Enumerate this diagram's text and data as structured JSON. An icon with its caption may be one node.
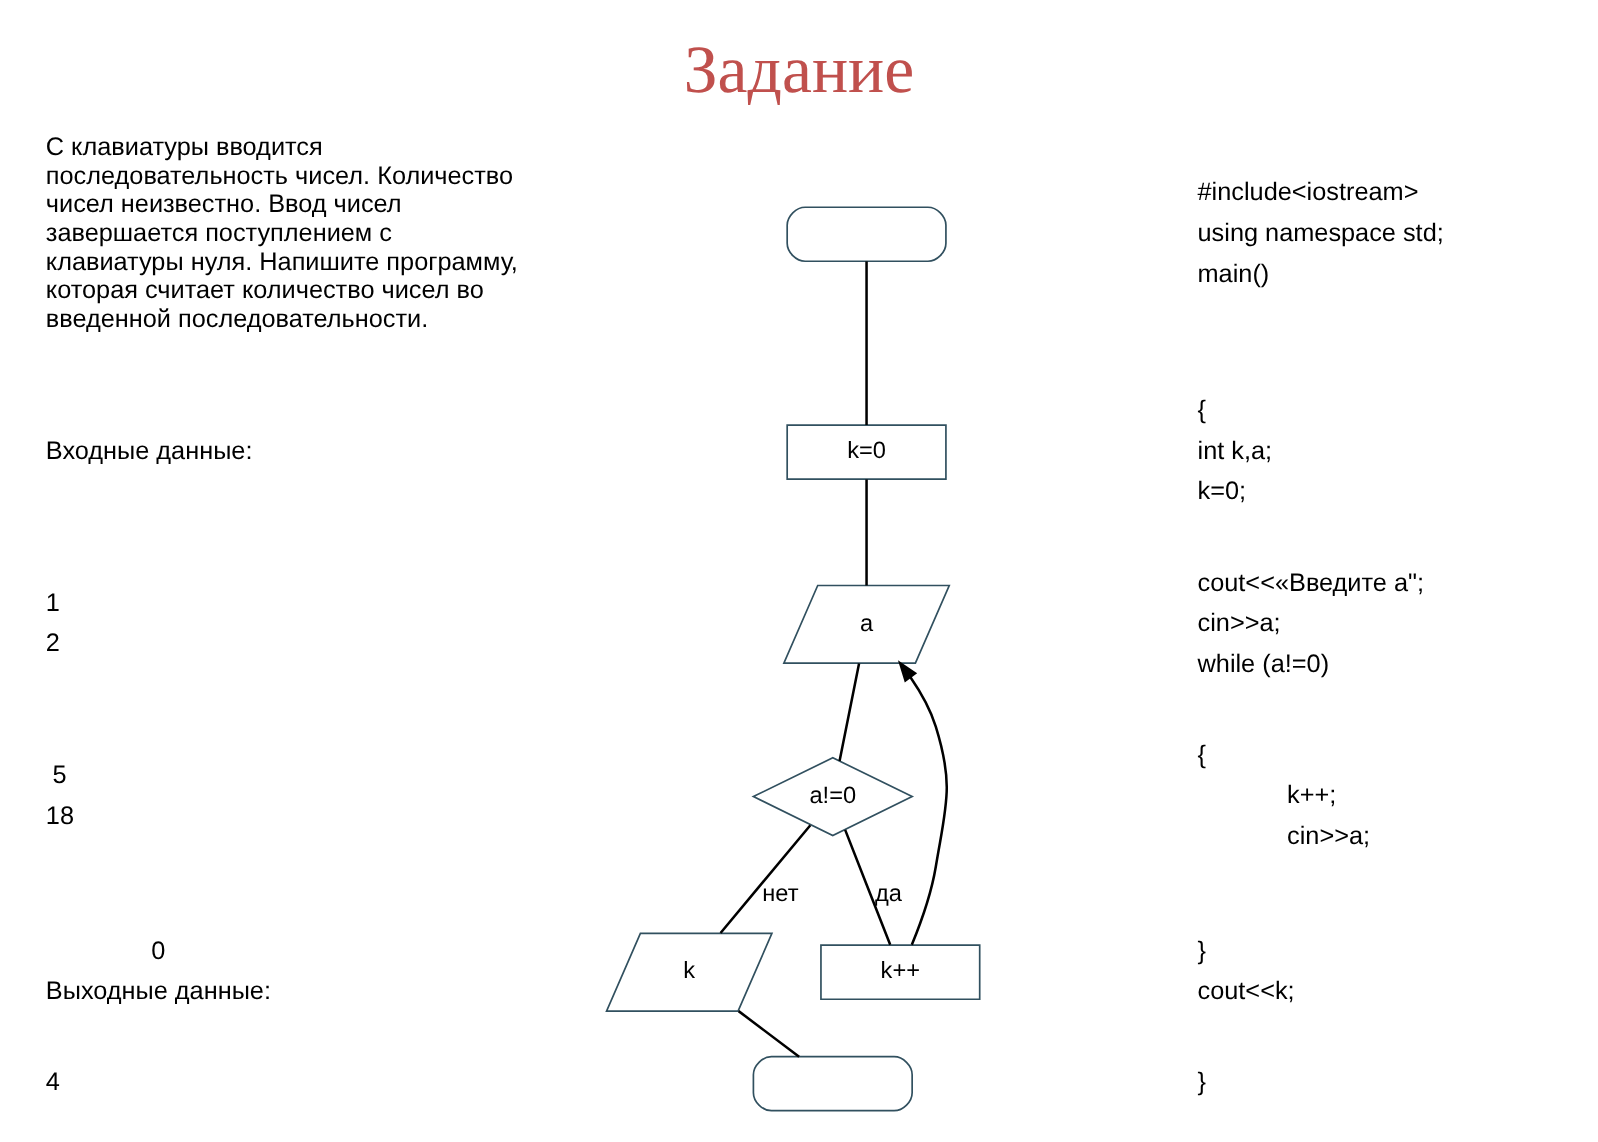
{
  "diagram": {
    "title": "Задание",
    "nodes": [
      {
        "text": [],
        "shape": "box"
      },
      {
        "text": [
          "k=0"
        ]
      },
      {
        "text": [
          "a"
        ]
      },
      {
        "text": [
          "a!=0"
        ]
      },
      {
        "text": [
          "k++"
        ]
      },
      {
        "text": [
          "k"
        ]
      },
      {
        "text": [],
        "shape": "box"
      }
    ],
    "edges": [
      {
        "from": 0,
        "to": 1,
        "arrow": "none"
      },
      {
        "from": 1,
        "to": 2,
        "arrow": "none"
      },
      {
        "from": 2,
        "to": 3,
        "arrow": "none"
      },
      {
        "from": 3,
        "to": 4,
        "label": "да",
        "arrow": "none"
      },
      {
        "from": 4,
        "to": 2,
        "arrow": "to"
      },
      {
        "from": 3,
        "to": 5,
        "label": "нет",
        "arrow": "none"
      },
      {
        "from": 5,
        "to": 6,
        "arrow": "none"
      }
    ],
    "labels": [
      "С клавиатуры вводится последовательность чисел. Количество чисел неизвестно. Ввод чисел завершается поступлением с клавиатуры нуля. Напишите программу, которая считает количество чисел во введенной последовательности.",
      "Входные данные:",
      "1",
      "2",
      "5",
      "18",
      "0",
      "Выходные данные:",
      "4",
      "#include<iostream>",
      "using namespace std;",
      "main()",
      "{",
      "int k,a;",
      "k=0;",
      "cout<<«Введите a\";",
      "cin>>a;",
      "while (a!=0)",
      "{",
      "k++;",
      "cin>>a;",
      "}",
      "cout<<k;",
      "}"
    ]
  }
}
